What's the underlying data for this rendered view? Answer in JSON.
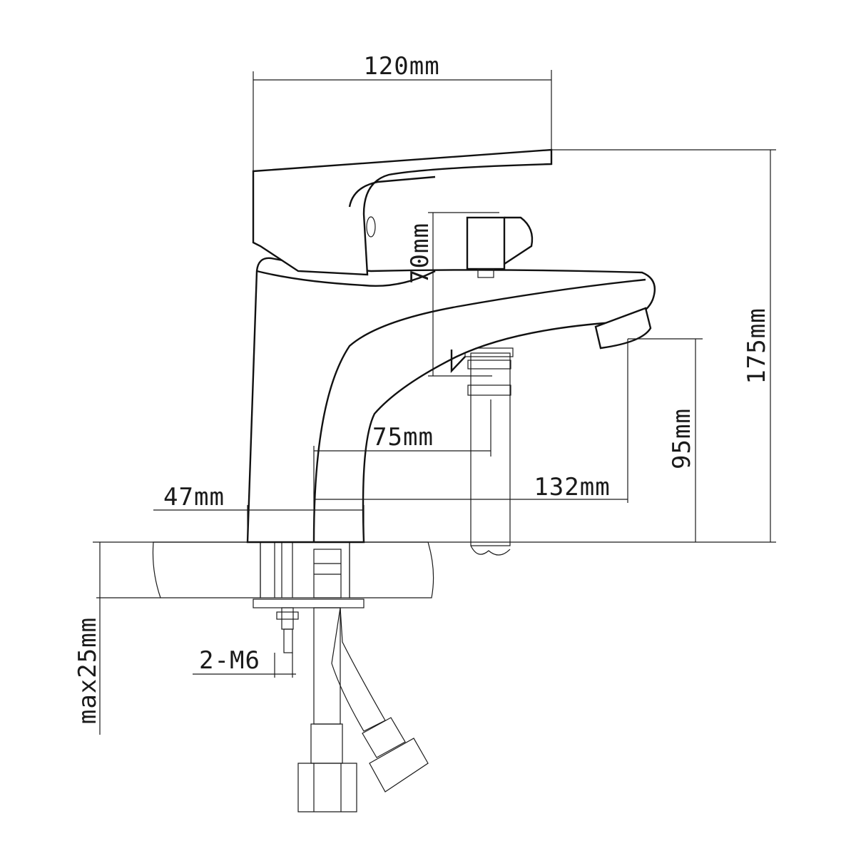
{
  "dimensions": {
    "overall_width": "120mm",
    "overall_height": "175mm",
    "lever_height": "70mm",
    "spout_projection": "75mm",
    "spout_reach": "132mm",
    "spout_height": "95mm",
    "base_diameter": "47mm",
    "max_counter_thickness": "max25mm",
    "mounting_bolts": "2-M6"
  }
}
